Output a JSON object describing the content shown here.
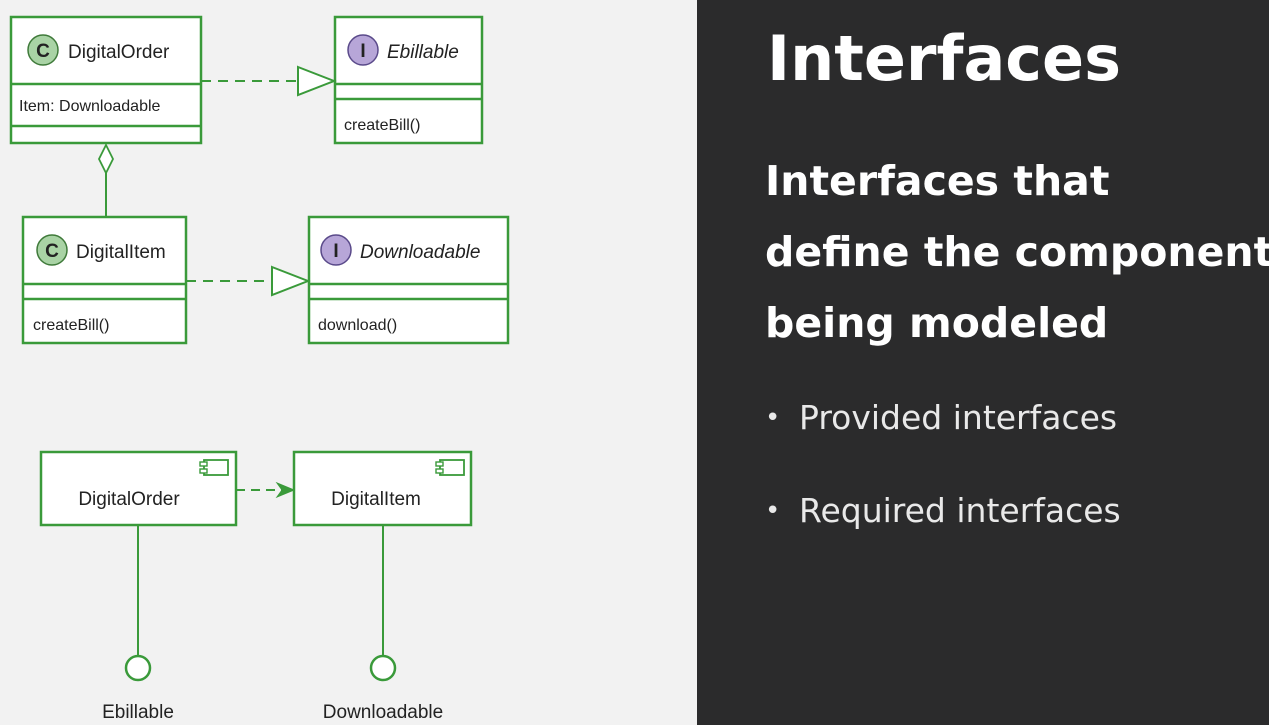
{
  "slide": {
    "title": "Interfaces",
    "subtitle_lines": [
      "Interfaces that",
      "define the component",
      "being modeled"
    ],
    "bullets": [
      "Provided interfaces",
      "Required interfaces"
    ]
  },
  "diagram": {
    "colors": {
      "stroke": "#3a9a3a",
      "box_fill": "#ffffff",
      "class_badge": "#a9d3a5",
      "interface_badge": "#b7a6d8"
    },
    "class_diagram": {
      "digital_order": {
        "stereotype": "C",
        "name": "DigitalOrder",
        "attribute": "Item: Downloadable"
      },
      "ebillable": {
        "stereotype": "I",
        "name": "Ebillable",
        "method": "createBill()"
      },
      "digital_item": {
        "stereotype": "C",
        "name": "DigitalItem",
        "method": "createBill()"
      },
      "downloadable": {
        "stereotype": "I",
        "name": "Downloadable",
        "method": "download()"
      }
    },
    "component_diagram": {
      "digital_order": {
        "name": "DigitalOrder"
      },
      "digital_item": {
        "name": "DigitalItem"
      },
      "ebillable_port": {
        "label": "Ebillable"
      },
      "downloadable_port": {
        "label": "Downloadable"
      }
    }
  }
}
